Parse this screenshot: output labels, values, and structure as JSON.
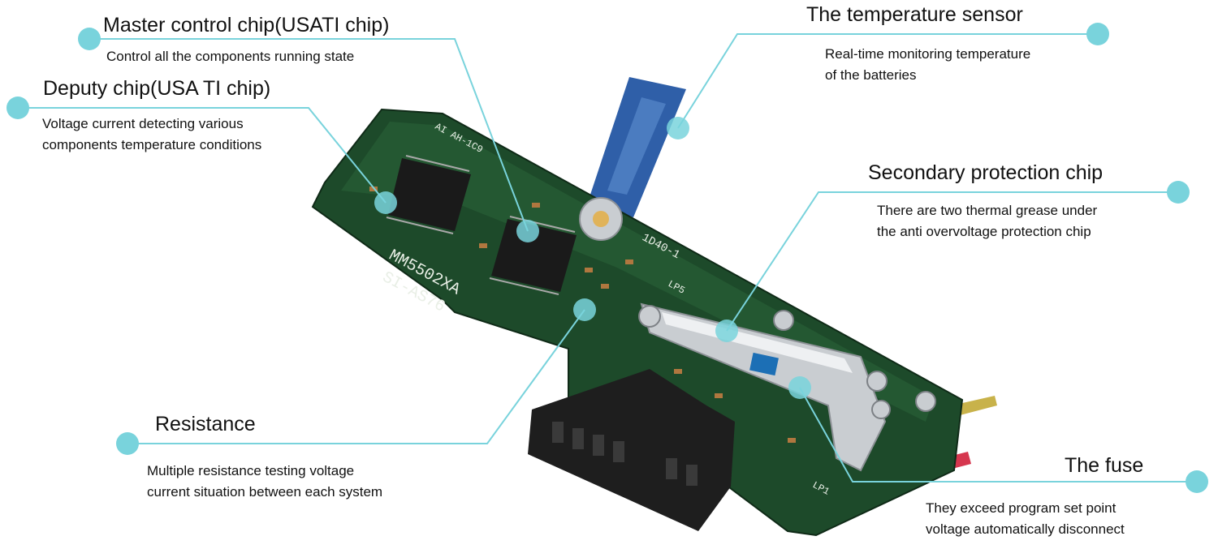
{
  "colors": {
    "leader": "#79d3dc",
    "dot": "#79d3dc",
    "pcb": "#1d4a2a",
    "pcb_light": "#2f6b3b",
    "chip": "#1a1a1a",
    "metal": "#c9cdd1",
    "sensor": "#2f5fa8",
    "wire_red": "#d6374f",
    "wire_gold": "#c8b24a",
    "connector": "#1e1e1e"
  },
  "board_markings": {
    "m1": "MM5502XA",
    "m2": "SI-AS76",
    "m3": "1D40-1",
    "m4": "LP5",
    "m5": "LP1",
    "m6": "AI AH-1C9"
  },
  "callouts": {
    "master_chip": {
      "title": "Master control chip(USATI chip)",
      "desc": "Control all the components running state"
    },
    "deputy_chip": {
      "title": "Deputy chip(USA TI chip)",
      "desc": "Voltage current detecting various\ncomponents temperature conditions"
    },
    "temp_sensor": {
      "title": "The temperature sensor",
      "desc": "Real-time monitoring temperature\nof the batteries"
    },
    "secondary_chip": {
      "title": "Secondary protection chip",
      "desc": "There are two thermal grease under\nthe anti overvoltage protection chip"
    },
    "resistance": {
      "title": "Resistance",
      "desc": "Multiple resistance testing voltage\ncurrent situation between each system"
    },
    "fuse": {
      "title": "The fuse",
      "desc": "They exceed program set point\nvoltage automatically disconnect"
    }
  }
}
